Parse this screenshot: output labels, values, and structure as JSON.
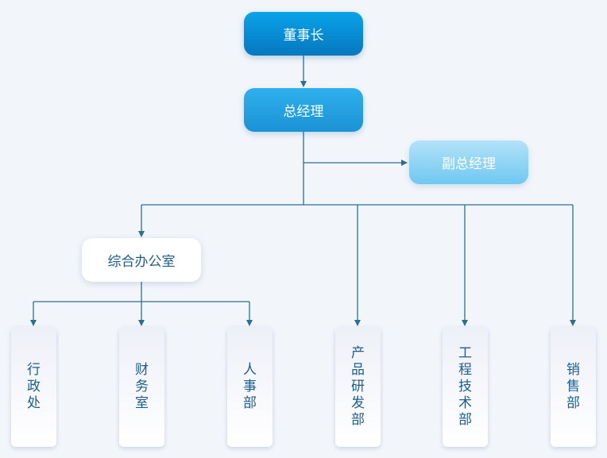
{
  "nodes": {
    "chairman": "董事长",
    "general_manager": "总经理",
    "deputy_general_manager": "副总经理",
    "general_office": "综合办公室",
    "admin": "行政处",
    "finance": "财务室",
    "hr": "人事部",
    "rnd": "产品研发部",
    "engineering": "工程技术部",
    "sales": "销售部"
  },
  "colors": {
    "connector": "#2b6f93",
    "top_node": "#0a86d2",
    "gm_node": "#25a2e2",
    "deputy_node": "#8fd4f5",
    "dept_text": "#1b5e8f"
  }
}
